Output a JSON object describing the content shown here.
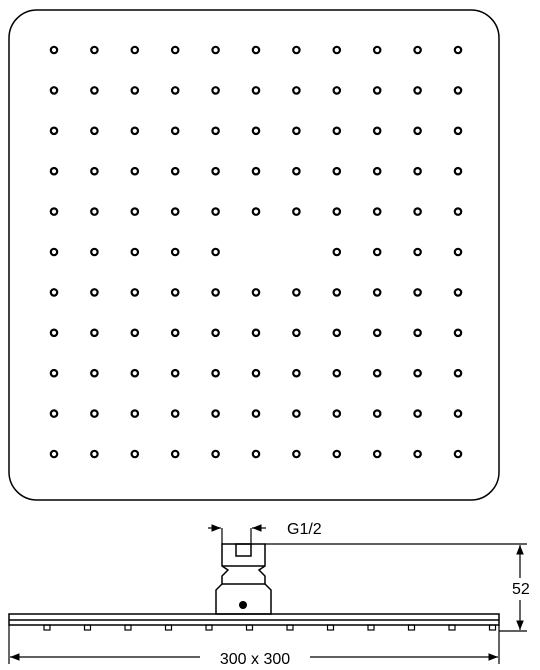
{
  "drawing": {
    "labels": {
      "thread": "G1/2",
      "height": "52",
      "size": "300 x 300"
    },
    "nozzle_grid": {
      "rows": 11,
      "cols": 11,
      "missing": [
        [
          5,
          5
        ],
        [
          5,
          6
        ]
      ]
    },
    "side_view_nozzles": 12
  }
}
